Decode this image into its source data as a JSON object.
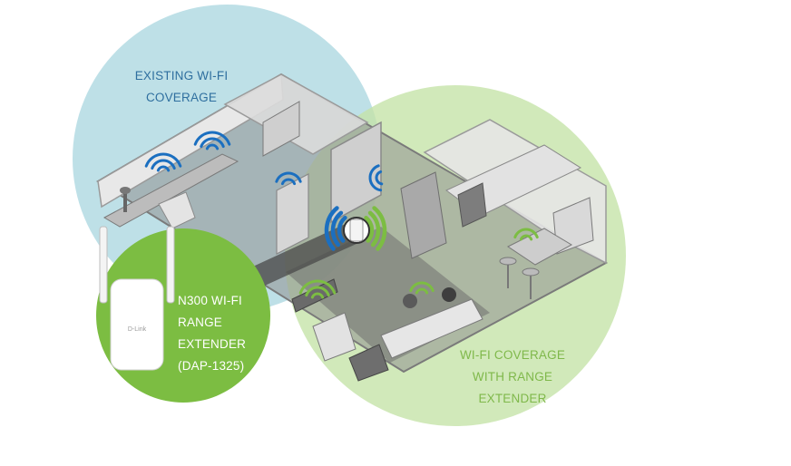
{
  "diagram": {
    "existing_coverage": {
      "lines": [
        "EXISTING WI-FI",
        "COVERAGE"
      ],
      "zone_color": "#b3dbe3",
      "text_color": "#2f6f9f"
    },
    "extended_coverage": {
      "lines": [
        "WI-FI COVERAGE",
        "WITH RANGE",
        "EXTENDER"
      ],
      "zone_color": "#c4e3a7",
      "text_color": "#7fb84a"
    },
    "product": {
      "lines": [
        "N300 WI-FI",
        "RANGE",
        "EXTENDER",
        "(DAP-1325)"
      ],
      "badge_color": "#7cbd42",
      "device_brand": "D-Link"
    },
    "signal_colors": {
      "router": "#1b6fc0",
      "extender": "#7cbd42"
    },
    "icons": [
      "wifi-signal-icon",
      "router-icon",
      "range-extender-icon",
      "laptop-icon",
      "tv-icon"
    ]
  }
}
